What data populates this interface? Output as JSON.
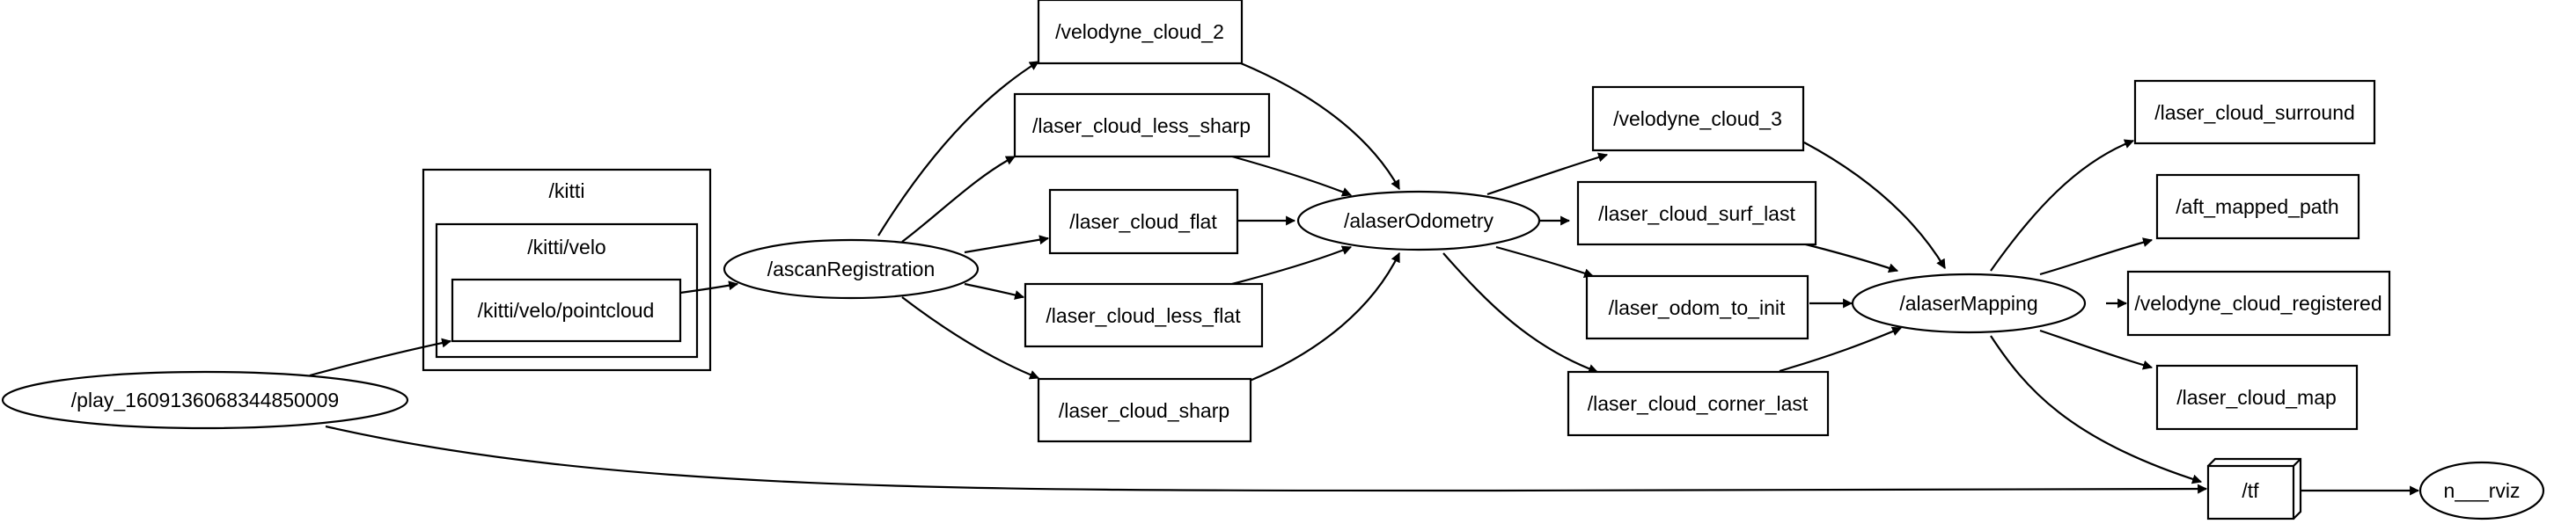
{
  "graph": {
    "clusters": {
      "kitti": "/kitti",
      "kitti_velo": "/kitti/velo"
    },
    "nodes": {
      "play": "/play_1609136068344850009",
      "pointcloud": "/kitti/velo/pointcloud",
      "scan": "/ascanRegistration",
      "velodyne_cloud_2": "/velodyne_cloud_2",
      "laser_cloud_less_sharp": "/laser_cloud_less_sharp",
      "laser_cloud_flat": "/laser_cloud_flat",
      "laser_cloud_less_flat": "/laser_cloud_less_flat",
      "laser_cloud_sharp": "/laser_cloud_sharp",
      "odometry": "/alaserOdometry",
      "velodyne_cloud_3": "/velodyne_cloud_3",
      "laser_cloud_surf_last": "/laser_cloud_surf_last",
      "laser_odom_to_init": "/laser_odom_to_init",
      "laser_cloud_corner_last": "/laser_cloud_corner_last",
      "mapping": "/alaserMapping",
      "laser_cloud_surround": "/laser_cloud_surround",
      "aft_mapped_path": "/aft_mapped_path",
      "velodyne_cloud_registered": "/velodyne_cloud_registered",
      "laser_cloud_map": "/laser_cloud_map",
      "tf": "/tf",
      "rviz": "n___rviz"
    }
  }
}
